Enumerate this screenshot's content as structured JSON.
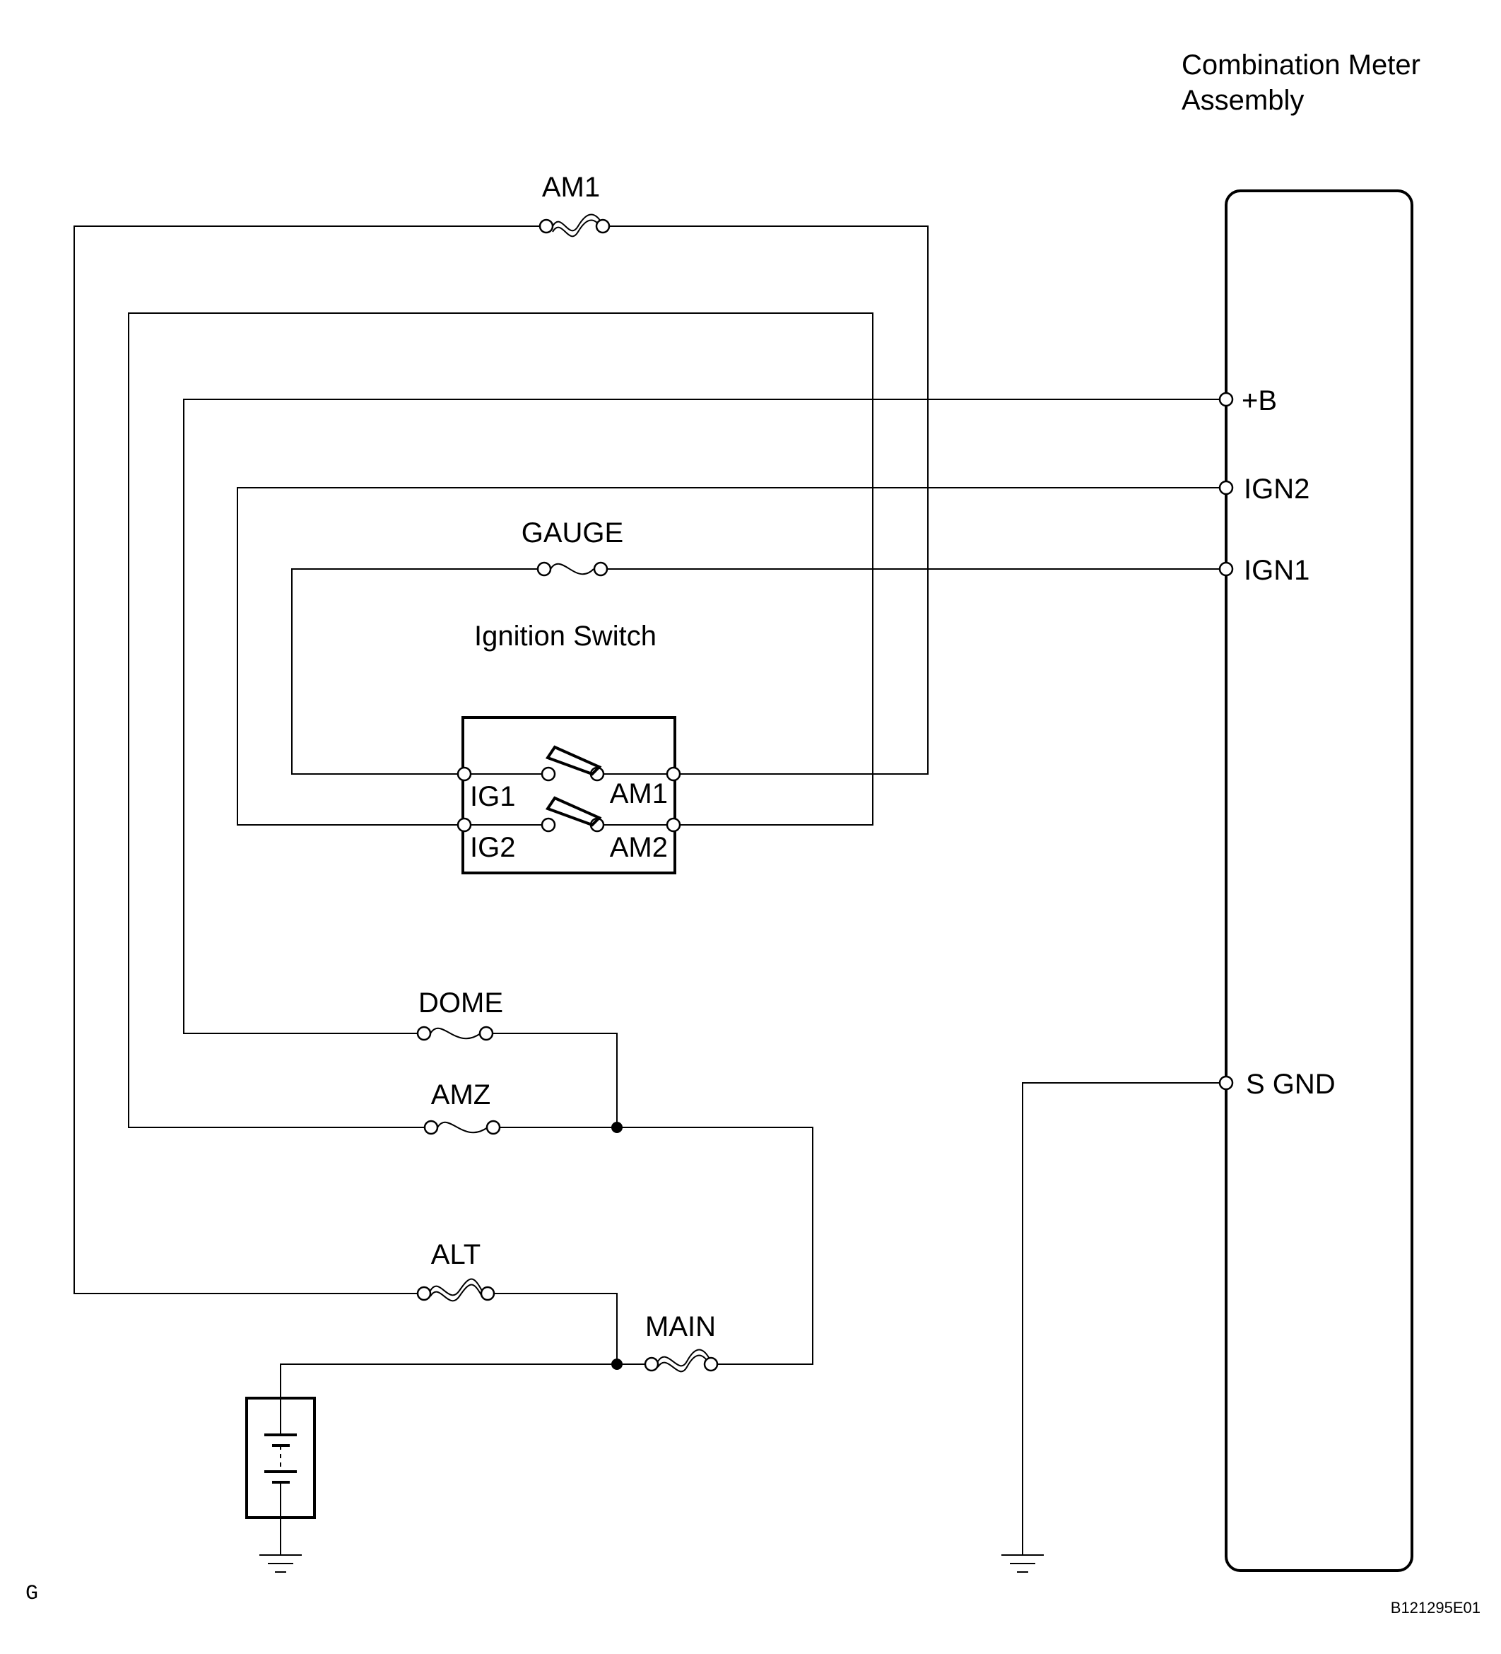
{
  "meter": {
    "title_line1": "Combination Meter",
    "title_line2": "Assembly"
  },
  "meter_terminals": {
    "b": "+B",
    "ign2": "IGN2",
    "ign1": "IGN1",
    "sgnd": "S GND"
  },
  "fuses": {
    "am1": "AM1",
    "gauge": "GAUGE",
    "dome": "DOME",
    "amz": "AMZ",
    "alt": "ALT",
    "main": "MAIN"
  },
  "ignition_switch": {
    "title": "Ignition Switch",
    "terminals": {
      "ig1": "IG1",
      "ig2": "IG2",
      "am1": "AM1",
      "am2": "AM2"
    }
  },
  "footer": {
    "left_code": "G",
    "figure_id": "B121295E01"
  }
}
